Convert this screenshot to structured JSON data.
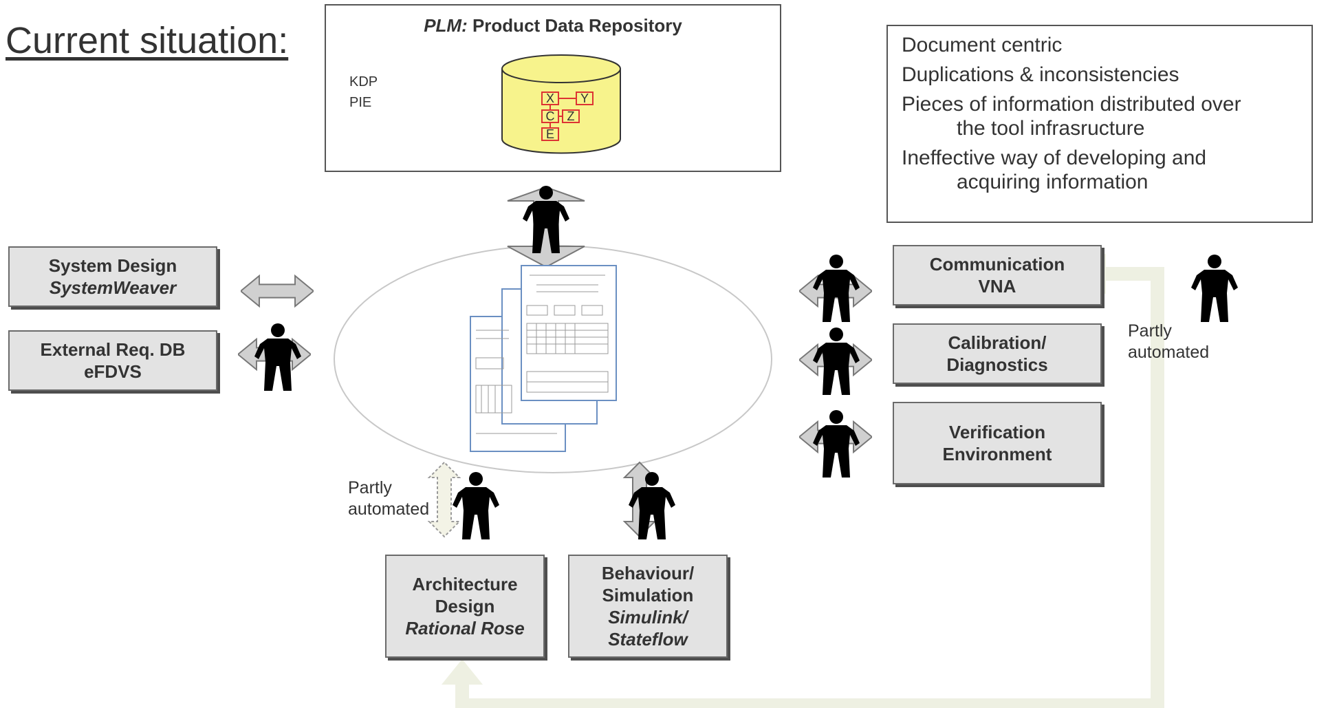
{
  "title": "Current situation:",
  "plm": {
    "title_italic": "PLM:",
    "title_rest": " Product Data Repository",
    "label_kdp": "KDP",
    "label_pie": "PIE",
    "db_letters": [
      "X",
      "Y",
      "C",
      "Z",
      "E"
    ]
  },
  "issues": [
    {
      "line1": "Document centric",
      "line2": ""
    },
    {
      "line1": "Duplications & inconsistencies",
      "line2": ""
    },
    {
      "line1": "Pieces of information distributed over",
      "line2": "the tool infrasructure"
    },
    {
      "line1": "Ineffective way of developing and",
      "line2": "acquiring information"
    }
  ],
  "tools": {
    "system_design": {
      "line1": "System Design",
      "line2": "SystemWeaver"
    },
    "external_req": {
      "line1": "External Req. DB",
      "line2": "eFDVS"
    },
    "communication": {
      "line1": "Communication",
      "line2": "VNA"
    },
    "calibration": {
      "line1": "Calibration/",
      "line2": "Diagnostics"
    },
    "verification": {
      "line1": "Verification",
      "line2": "Environment"
    },
    "architecture": {
      "line1": "Architecture",
      "line2": "Design",
      "line3": "Rational Rose"
    },
    "behaviour": {
      "line1": "Behaviour/",
      "line2": "Simulation",
      "line3": "Simulink/",
      "line4": "Stateflow"
    }
  },
  "notes": {
    "partly_left": {
      "line1": "Partly",
      "line2": "automated"
    },
    "partly_right": {
      "line1": "Partly",
      "line2": "automated"
    }
  },
  "colors": {
    "db_fill": "#f7f38c",
    "tool_fill": "#e3e3e3",
    "arrow_gray": "#d0d0d0",
    "feedback_arrow": "#eef0e2",
    "ellipse_stroke": "#c8c8c8"
  }
}
